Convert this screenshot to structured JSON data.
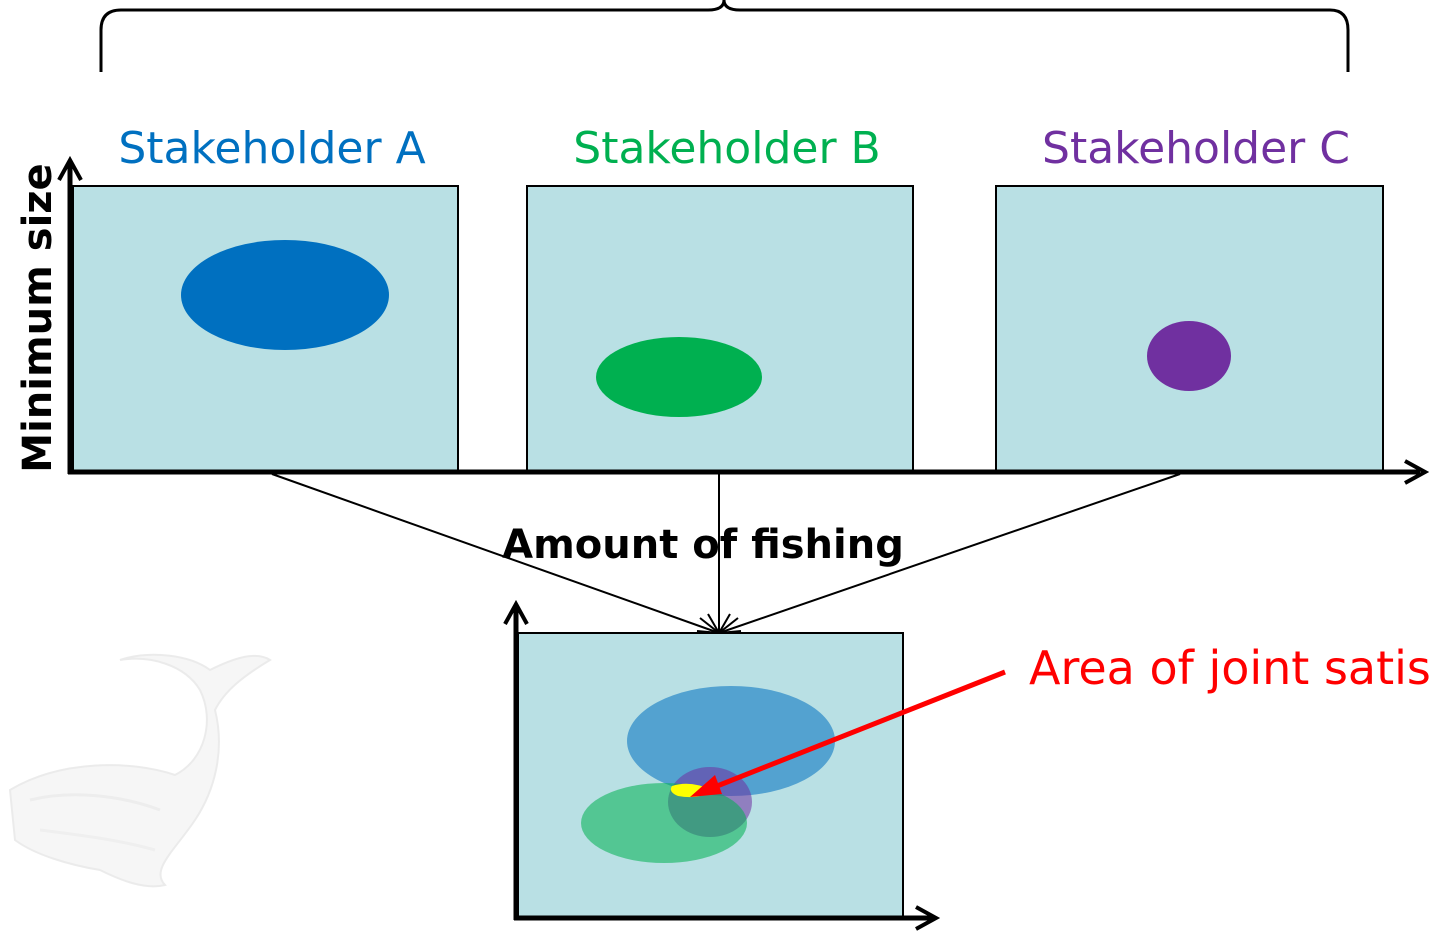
{
  "stakeholders": [
    {
      "label": "Stakeholder A",
      "color": "#0070C0"
    },
    {
      "label": "Stakeholder B",
      "color": "#00B050"
    },
    {
      "label": "Stakeholder C",
      "color": "#7030A0"
    }
  ],
  "axes": {
    "y_label": "Minimum size",
    "x_label": "Amount of fishing"
  },
  "combined": {
    "callout_text": "Area of joint satisfaction",
    "callout_color": "#FF0000",
    "overlap_highlight_color": "#FFFF00"
  },
  "colors": {
    "panel_fill": "#B9E0E4",
    "axis": "#000000"
  },
  "decoration": {
    "watermark": "whale-watermark"
  }
}
